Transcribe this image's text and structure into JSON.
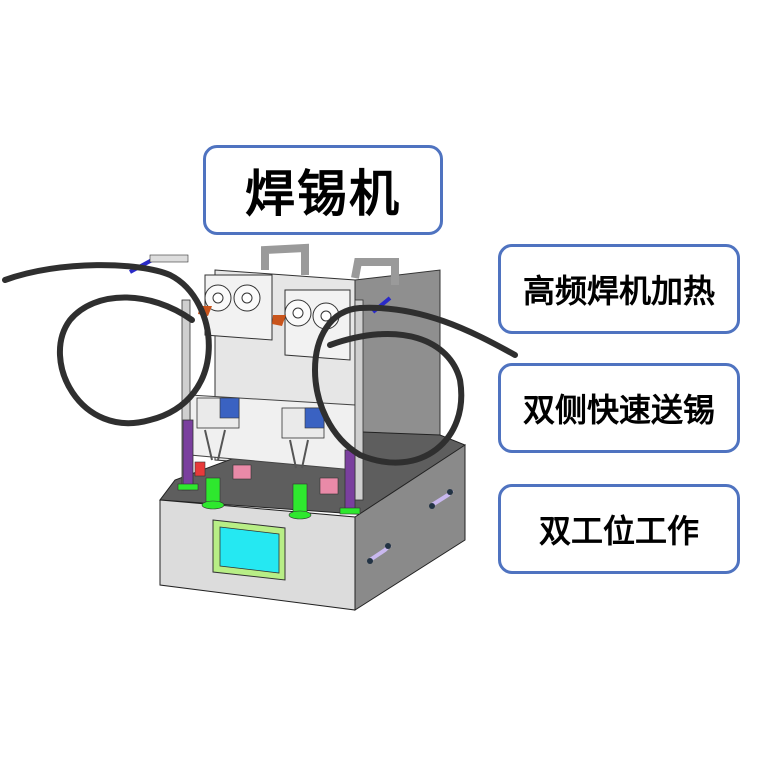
{
  "title": "焊锡机",
  "features": [
    {
      "label": "高频焊机加热"
    },
    {
      "label": "双侧快速送锡"
    },
    {
      "label": "双工位工作"
    }
  ],
  "colors": {
    "label_border": "#4f73c0",
    "label_text": "#000000",
    "machine_body": "#dcdcdc",
    "machine_side": "#8a8a8a",
    "screen": "#25e8f2",
    "screen_bezel": "#b8ee86",
    "nozzle_green": "#2ee82e",
    "post_purple": "#7a3f9e",
    "block_pink": "#e98aa8",
    "cable": "#2f2f2f"
  }
}
